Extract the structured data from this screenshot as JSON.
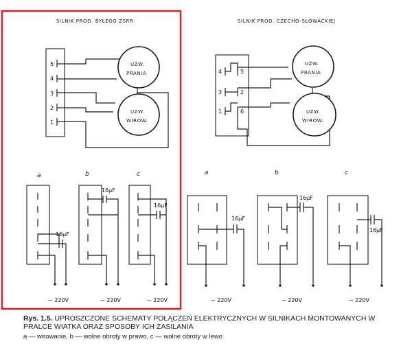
{
  "left": {
    "title": "SILNIK PROD. BYŁEGO ZSRR",
    "terminals": [
      "5",
      "4",
      "3",
      "2",
      "1"
    ],
    "motor_top": [
      "UZW.",
      "PRANIA"
    ],
    "motor_bottom": [
      "UZW.",
      "WIROW."
    ],
    "variants": [
      {
        "label": "a",
        "cap": "16µF",
        "supply": "~ 220V"
      },
      {
        "label": "b",
        "cap": "16µF",
        "supply": "~ 220V"
      },
      {
        "label": "c",
        "cap": "16µF",
        "supply": "~ 220V"
      }
    ]
  },
  "right": {
    "title": "SILNIK PROD. CZECHO-SŁOWACKIEJ",
    "terminals_left": [
      "4",
      "3",
      "1"
    ],
    "terminals_right": [
      "5",
      "2",
      "6"
    ],
    "motor_top": [
      "UZW.",
      "PRANIA"
    ],
    "motor_bottom": [
      "UZW.",
      "WIROW."
    ],
    "variants": [
      {
        "label": "a",
        "cap": "16µF",
        "supply": "~ 220V"
      },
      {
        "label": "b",
        "cap": "16µF",
        "supply": "~ 220V"
      },
      {
        "label": "c",
        "cap": "16µF",
        "supply": "~ 220V"
      }
    ]
  },
  "caption": {
    "figure": "Rys. 1.5.",
    "title": "UPROSZCZONE SCHEMATY POŁĄCZEŃ ELEKTRYCZNYCH W SILNIKACH MONTOWANYCH W PRALCE WIATKA ORAZ SPOSOBY ICH ZASILANIA",
    "legend": "a — wirowanie, b — wolne obroty w prawo, c — wolne obroty w lewo"
  },
  "colors": {
    "highlight": "#e01b24",
    "ink": "#1a1a1a"
  }
}
